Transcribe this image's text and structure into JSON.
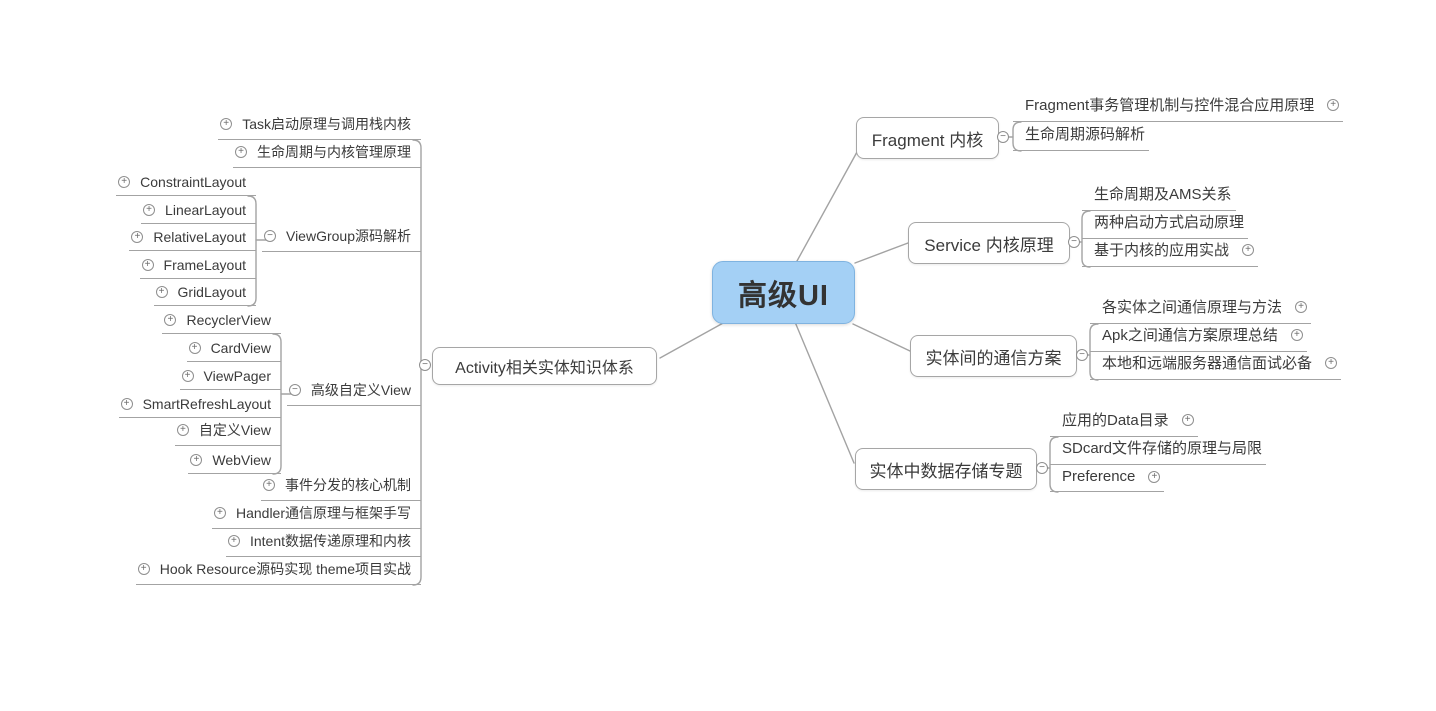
{
  "title": "高级UI 思维导图",
  "icons": {
    "plus": "+",
    "minus": "−"
  },
  "colors": {
    "line": "#a3a3a3",
    "node_border": "#a6a6a6",
    "text": "#3b3b3b",
    "root_fill": "#a4d0f5",
    "root_border": "#7fb3e0"
  },
  "root": {
    "label": "高级UI"
  },
  "left_branch": {
    "label": "Activity相关实体知识体系",
    "collapser": "minus",
    "children": [
      {
        "label": "Task启动原理与调用栈内核",
        "expander": "plus"
      },
      {
        "label": "生命周期与内核管理原理",
        "expander": "plus"
      },
      {
        "label": "ViewGroup源码解析",
        "collapser": "minus",
        "children": [
          {
            "label": "ConstraintLayout",
            "expander": "plus"
          },
          {
            "label": "LinearLayout",
            "expander": "plus"
          },
          {
            "label": "RelativeLayout",
            "expander": "plus"
          },
          {
            "label": "FrameLayout",
            "expander": "plus"
          },
          {
            "label": "GridLayout",
            "expander": "plus"
          }
        ]
      },
      {
        "label": "高级自定义View",
        "collapser": "minus",
        "children": [
          {
            "label": "RecyclerView",
            "expander": "plus"
          },
          {
            "label": "CardView",
            "expander": "plus"
          },
          {
            "label": "ViewPager",
            "expander": "plus"
          },
          {
            "label": "SmartRefreshLayout",
            "expander": "plus"
          },
          {
            "label": "自定义View",
            "expander": "plus"
          },
          {
            "label": "WebView",
            "expander": "plus"
          }
        ]
      },
      {
        "label": "事件分发的核心机制",
        "expander": "plus"
      },
      {
        "label": "Handler通信原理与框架手写",
        "expander": "plus"
      },
      {
        "label": "Intent数据传递原理和内核",
        "expander": "plus"
      },
      {
        "label": "Hook Resource源码实现 theme项目实战",
        "expander": "plus"
      }
    ]
  },
  "right_branches": [
    {
      "label": "Fragment 内核",
      "collapser": "minus",
      "children": [
        {
          "label": "Fragment事务管理机制与控件混合应用原理",
          "expander": "plus"
        },
        {
          "label": "生命周期源码解析"
        }
      ]
    },
    {
      "label": "Service 内核原理",
      "collapser": "minus",
      "children": [
        {
          "label": "生命周期及AMS关系"
        },
        {
          "label": "两种启动方式启动原理"
        },
        {
          "label": "基于内核的应用实战",
          "expander": "plus"
        }
      ]
    },
    {
      "label": "实体间的通信方案",
      "collapser": "minus",
      "children": [
        {
          "label": "各实体之间通信原理与方法",
          "expander": "plus"
        },
        {
          "label": "Apk之间通信方案原理总结",
          "expander": "plus"
        },
        {
          "label": "本地和远端服务器通信面试必备",
          "expander": "plus"
        }
      ]
    },
    {
      "label": "实体中数据存储专题",
      "collapser": "minus",
      "children": [
        {
          "label": "应用的Data目录",
          "expander": "plus"
        },
        {
          "label": "SDcard文件存储的原理与局限"
        },
        {
          "label": "Preference",
          "expander": "plus"
        }
      ]
    }
  ]
}
